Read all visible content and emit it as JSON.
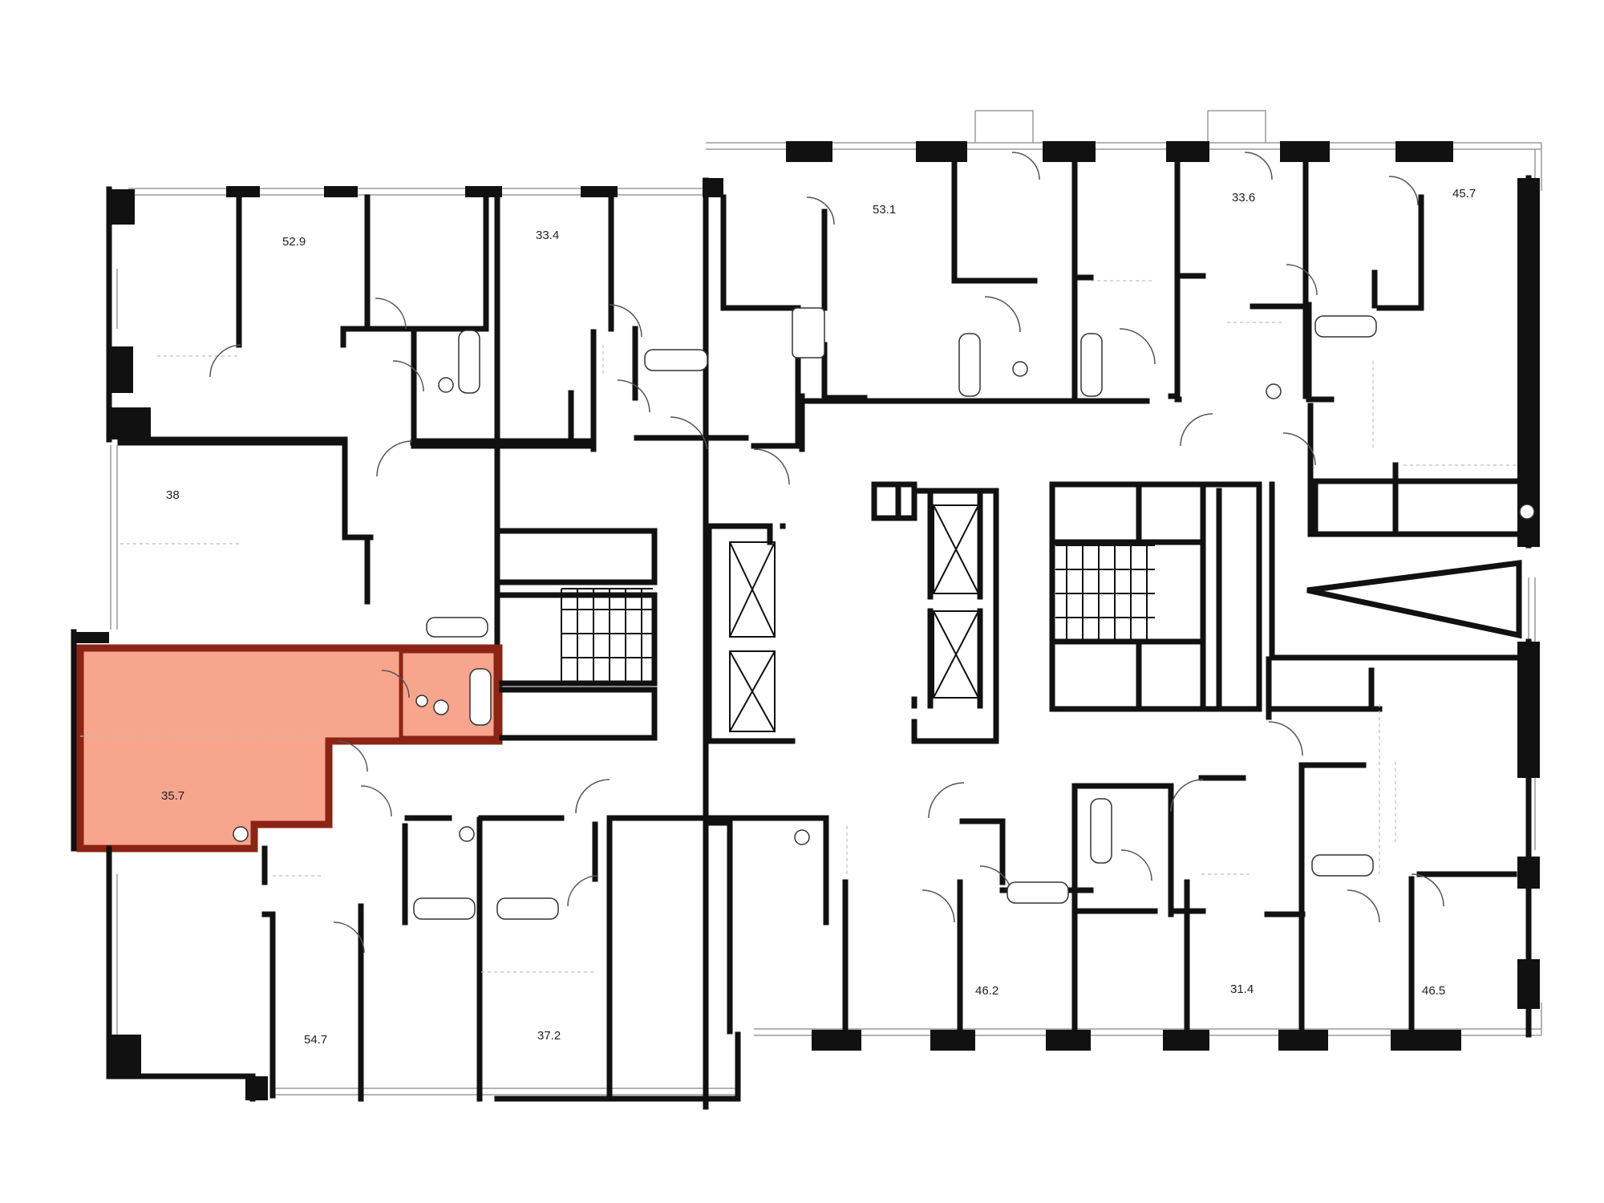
{
  "plan": {
    "highlight_color": "#f8a58d",
    "highlight_border_color": "#8b2414",
    "wall_color": "#111111",
    "selected_apartment_id": "apt-35-7",
    "apartments": [
      {
        "id": "apt-52-9",
        "area": "52.9"
      },
      {
        "id": "apt-33-4",
        "area": "33.4"
      },
      {
        "id": "apt-53-1",
        "area": "53.1"
      },
      {
        "id": "apt-33-6",
        "area": "33.6"
      },
      {
        "id": "apt-45-7",
        "area": "45.7"
      },
      {
        "id": "apt-38",
        "area": "38"
      },
      {
        "id": "apt-35-7",
        "area": "35.7",
        "selected": true
      },
      {
        "id": "apt-54-7",
        "area": "54.7"
      },
      {
        "id": "apt-37-2",
        "area": "37.2"
      },
      {
        "id": "apt-46-2",
        "area": "46.2"
      },
      {
        "id": "apt-31-4",
        "area": "31.4"
      },
      {
        "id": "apt-46-5",
        "area": "46.5"
      }
    ]
  }
}
